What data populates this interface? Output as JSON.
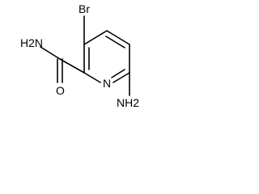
{
  "molecule": {
    "atoms": {
      "bromine": "Br",
      "amide_nitrogen": "H2N",
      "carbonyl_oxygen": "O",
      "ring_nitrogen": "N",
      "amino_nitrogen": "NH2"
    }
  }
}
